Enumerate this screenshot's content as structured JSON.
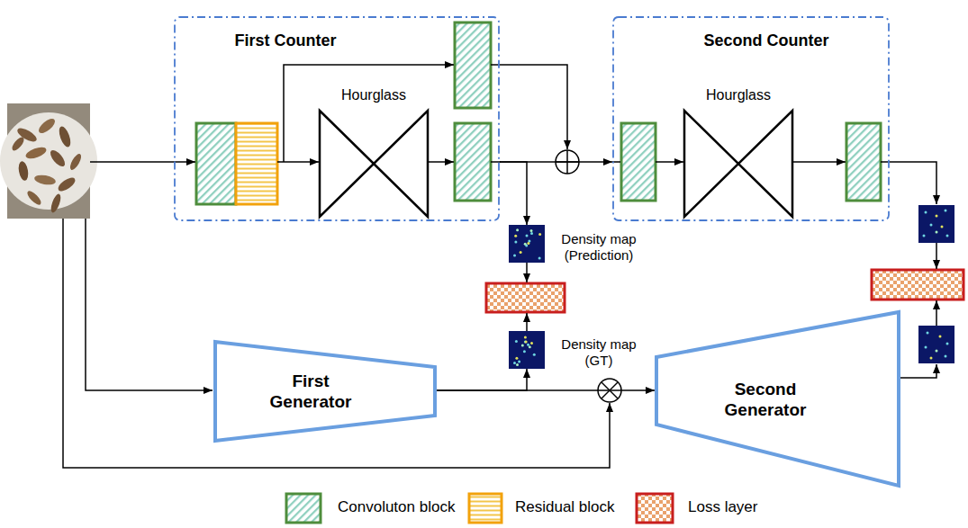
{
  "diagram": {
    "nodes": [
      {
        "text": [
          "First Counter"
        ]
      },
      {
        "text": [
          "Hourglass"
        ],
        "in": 0
      },
      {
        "text": [
          "Second Counter"
        ]
      },
      {
        "text": [
          "Hourglass"
        ],
        "in": 2
      },
      {
        "text": [
          "Density map (Prediction)"
        ]
      },
      {
        "text": [
          "Density map (GT)"
        ]
      },
      {
        "text": [
          "First Generator"
        ]
      },
      {
        "text": [
          "Second Generator"
        ]
      }
    ],
    "edges": [
      {
        "from": 0,
        "to": 2,
        "arrow": "to"
      },
      {
        "from": 0,
        "to": 4,
        "arrow": "to"
      },
      {
        "from": 6,
        "to": 5,
        "arrow": "to"
      },
      {
        "from": 6,
        "to": 7,
        "arrow": "to"
      }
    ],
    "legend": [
      {
        "text": "Convoluton block"
      },
      {
        "text": "Residual block"
      },
      {
        "text": "Loss layer"
      }
    ]
  }
}
